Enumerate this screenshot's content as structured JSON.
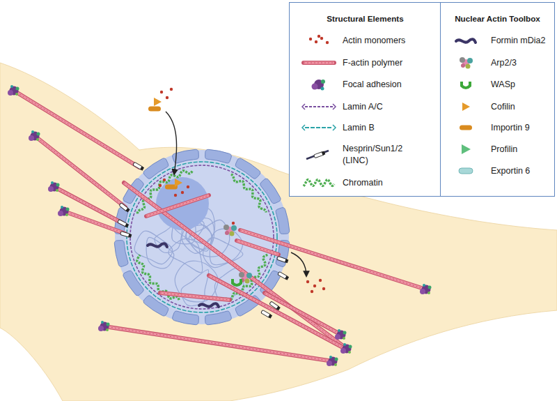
{
  "diagram": {
    "nodes": [
      {
        "text": [
          "Structural Elements"
        ]
      },
      {
        "text": [
          "Nuclear Actin Toolbox"
        ]
      }
    ],
    "legend": [
      {
        "text": "Actin monomers"
      },
      {
        "text": "F-actin polymer"
      },
      {
        "text": "Focal adhesion"
      },
      {
        "text": "Lamin A/C"
      },
      {
        "text": "Lamin B"
      },
      {
        "text": "Nesprin/Sun1/2 (LINC)"
      },
      {
        "text": "Chromatin"
      },
      {
        "text": "Formin mDia2"
      },
      {
        "text": "Arp2/3"
      },
      {
        "text": "WASp"
      },
      {
        "text": "Cofilin"
      },
      {
        "text": "Importin 9"
      },
      {
        "text": "Profilin"
      },
      {
        "text": "Exportin 6"
      }
    ]
  }
}
